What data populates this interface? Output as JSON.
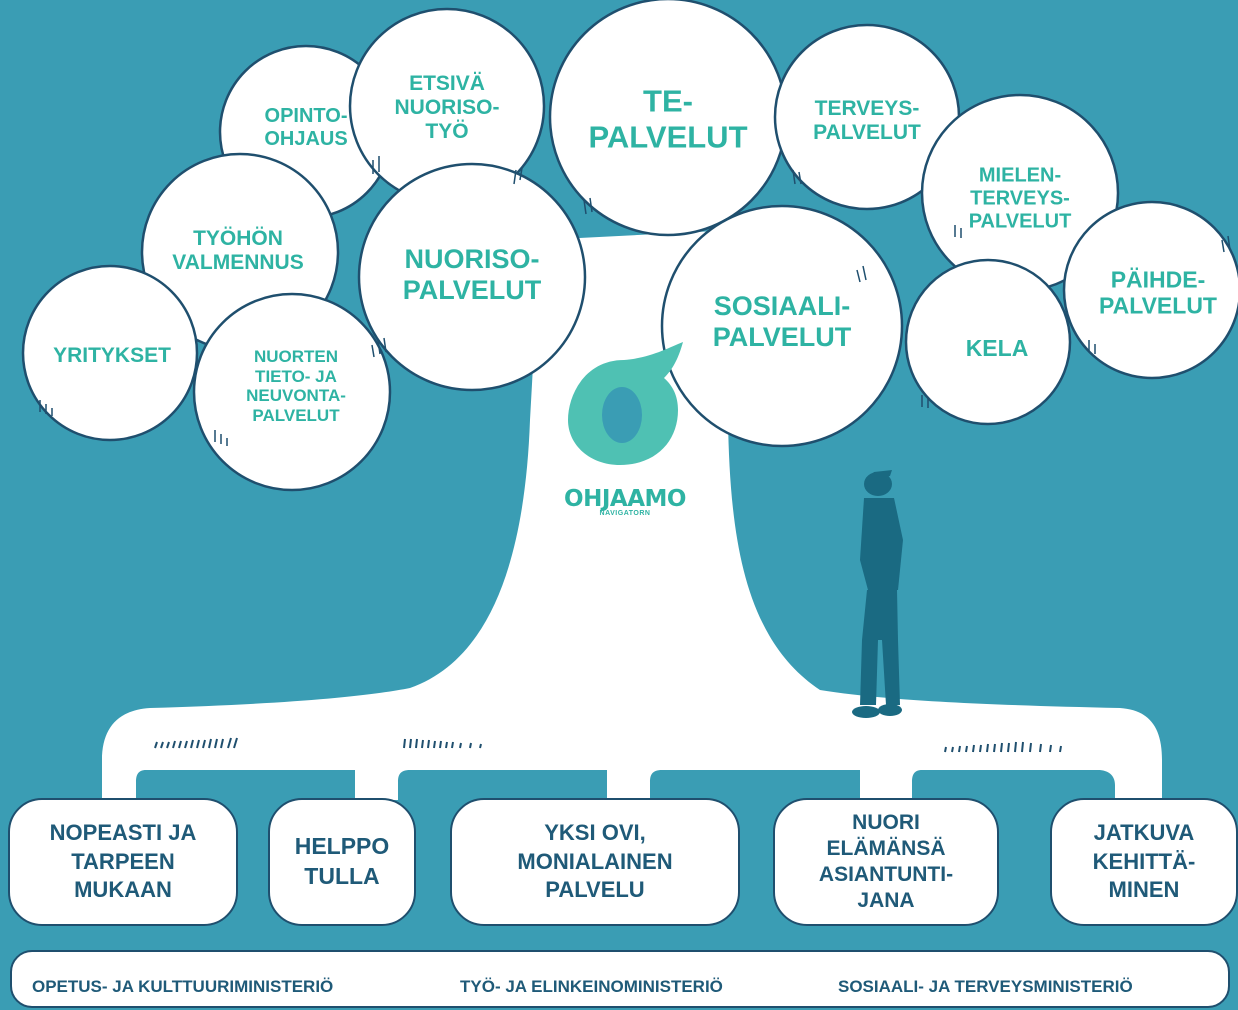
{
  "colors": {
    "background": "#3a9db4",
    "accent": "#2eb3a3",
    "text_dark": "#1f5a78",
    "outline": "#1f4f6e"
  },
  "clouds": {
    "opinto_ohjaus": "OPINTO-\nOHJAUS",
    "etsiva": "ETSIVÄ\nNUORISO-\nTYÖ",
    "te_palvelut": "TE-\nPALVELUT",
    "terveys": "TERVEYS-\nPALVELUT",
    "mielenterveys": "MIELEN-\nTERVEYS-\nPALVELUT",
    "tyohon": "TYÖHÖN\nVALMENNUS",
    "nuoriso": "NUORISO-\nPALVELUT",
    "sosiaali": "SOSIAALI-\nPALVELUT",
    "paihde": "PÄIHDE-\nPALVELUT",
    "yritykset": "YRITYKSET",
    "nuorten_tieto": "NUORTEN\nTIETO- JA\nNEUVONTA-\nPALVELUT",
    "kela": "KELA"
  },
  "logo": {
    "name": "OHJAAMO",
    "subtitle": "NAVIGATORN",
    "icon": "ohjaamo-logo-icon"
  },
  "principles": [
    "NOPEASTI JA\nTARPEEN\nMUKAAN",
    "HELPPO\nTULLA",
    "YKSI OVI,\nMONIALAINEN\nPALVELU",
    "NUORI\nELÄMÄNSÄ\nASIANTUNTI-\nJANA",
    "JATKUVA\nKEHITTÄ-\nMINEN"
  ],
  "ministries": [
    "OPETUS- JA KULTTUURIMINISTERIÖ",
    "TYÖ- JA ELINKEINOMINISTERIÖ",
    "SOSIAALI- JA TERVEYSMINISTERIÖ"
  ]
}
